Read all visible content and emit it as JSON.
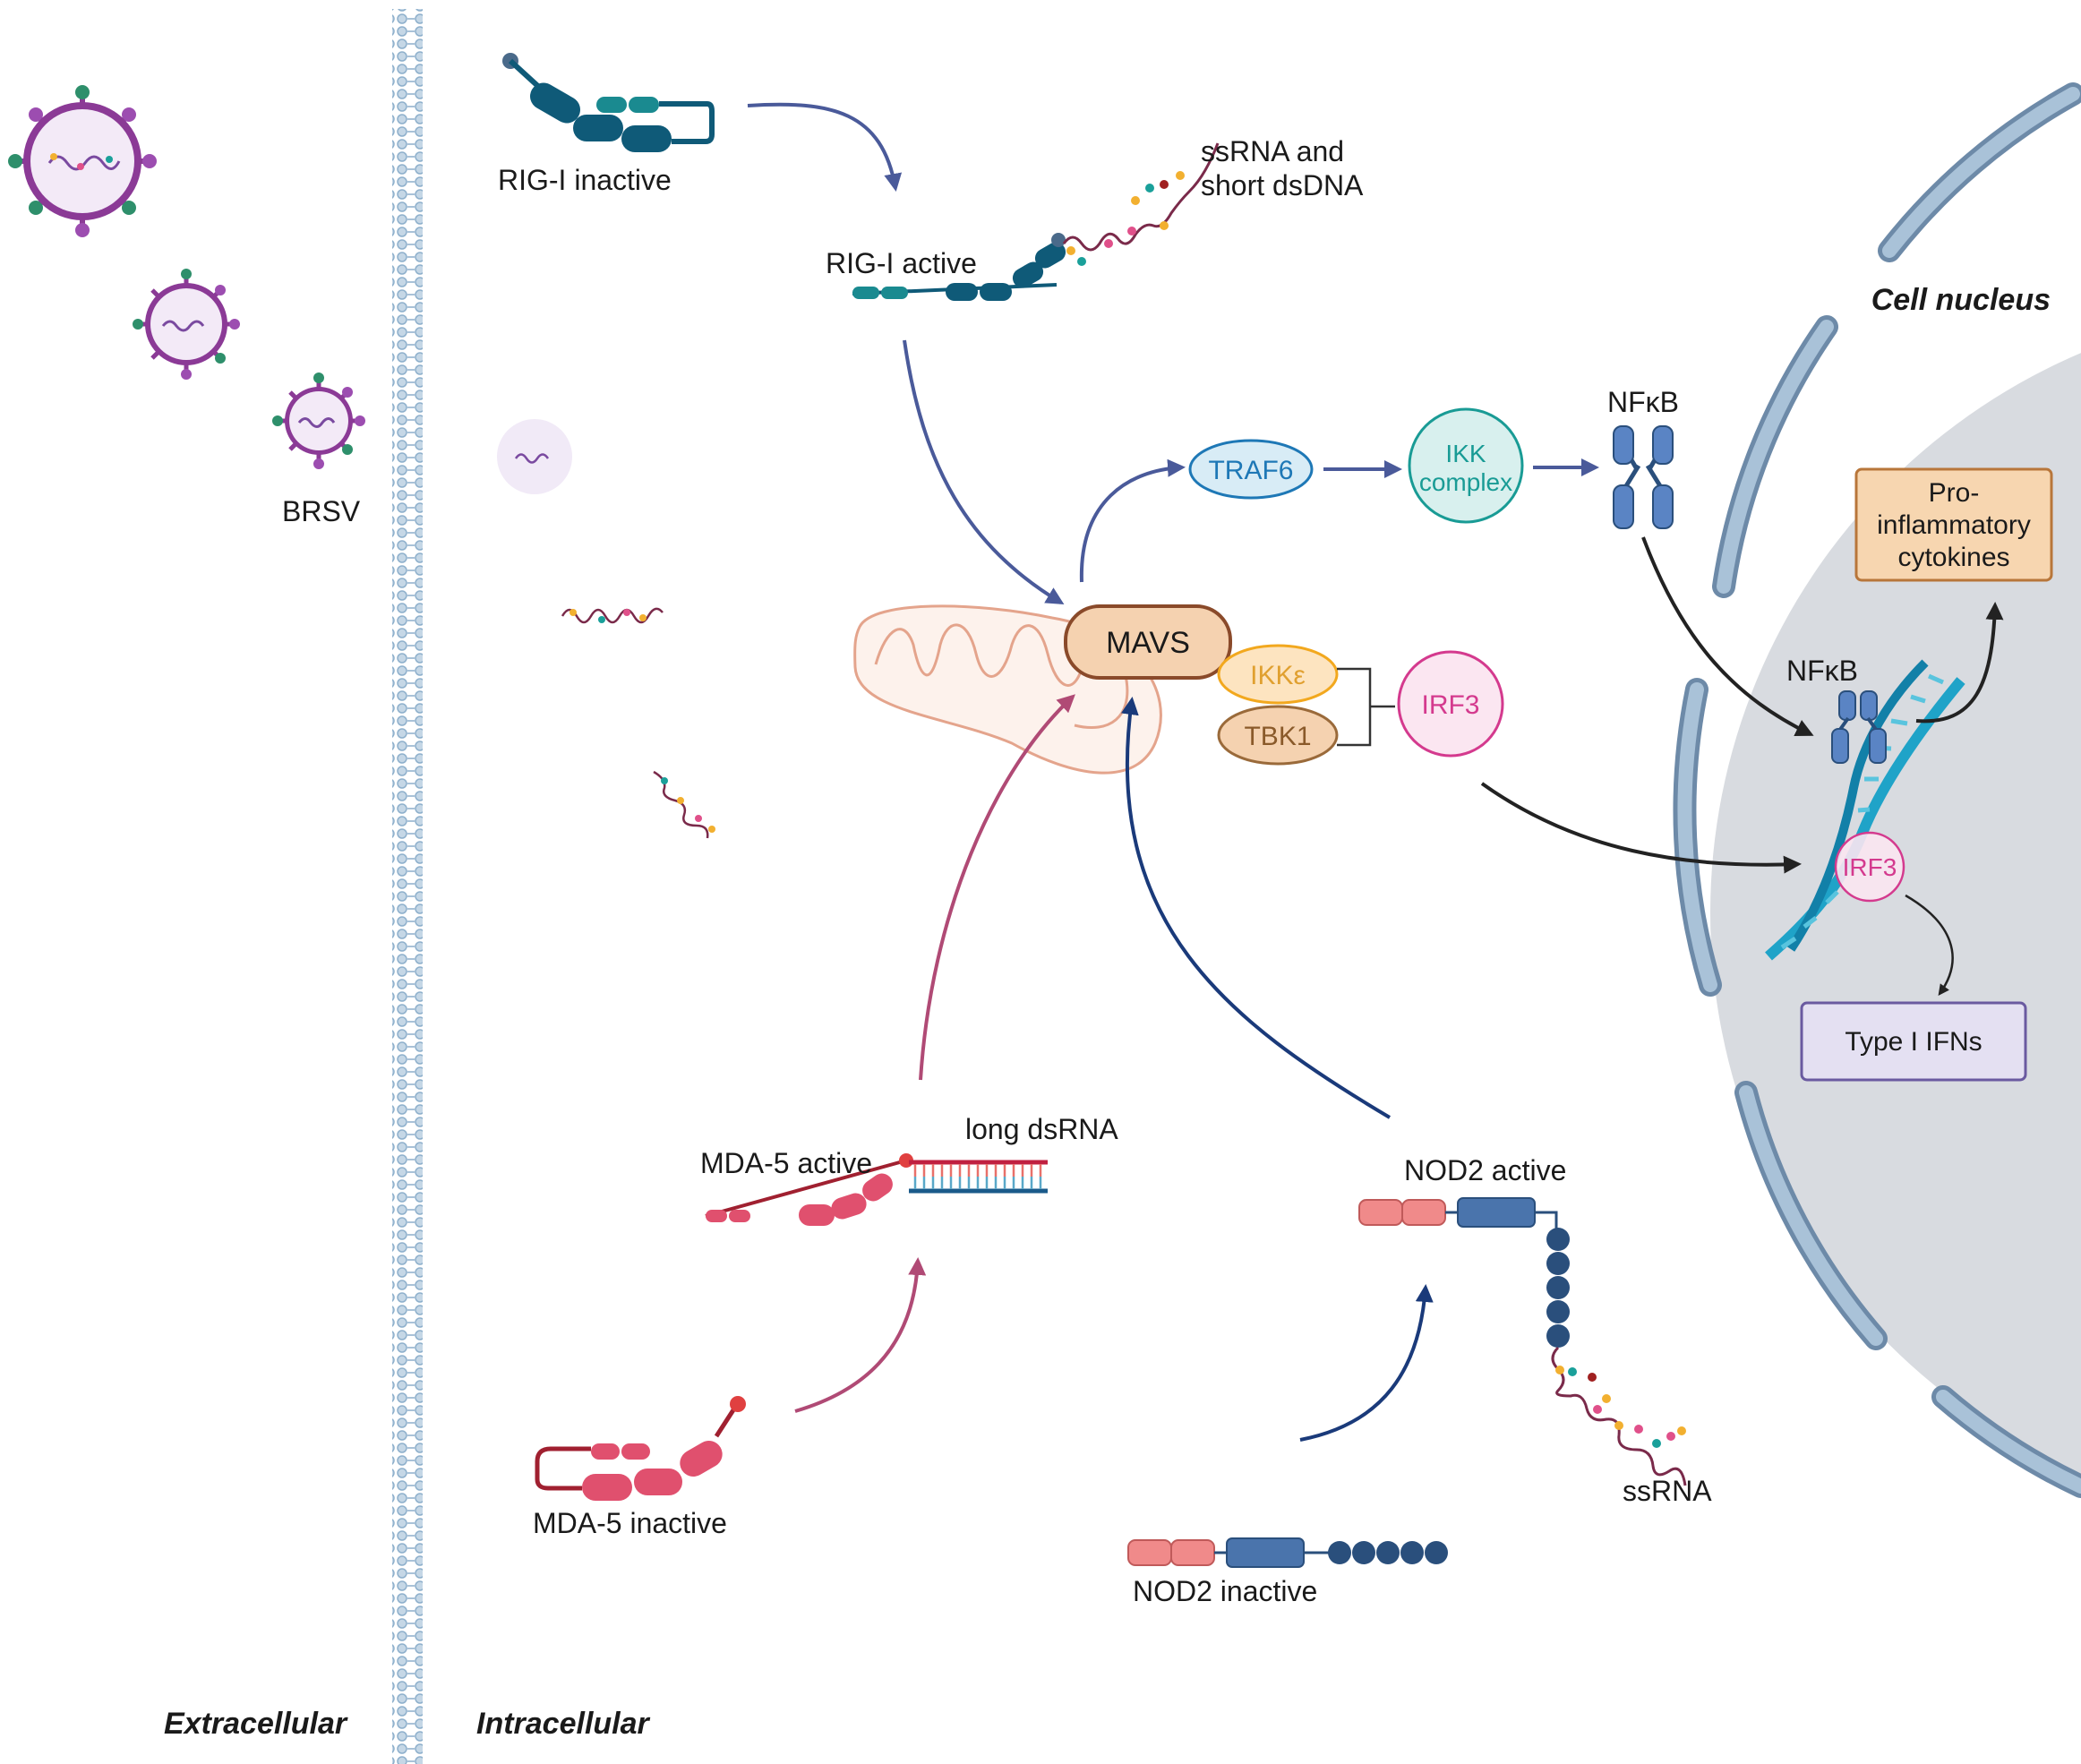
{
  "labels": {
    "brsv": "BRSV",
    "extracellular": "Extracellular",
    "intracellular": "Intracellular",
    "cell_nucleus": "Cell nucleus",
    "rig_inactive": "RIG-I inactive",
    "rig_active": "RIG-I active",
    "ssrna_short_l1": "ssRNA and",
    "ssrna_short_l2": "short dsDNA",
    "mda5_active": "MDA-5 active",
    "mda5_inactive": "MDA-5 inactive",
    "long_dsrna": "long dsRNA",
    "nod2_active": "NOD2 active",
    "nod2_inactive": "NOD2 inactive",
    "ssrna": "ssRNA"
  },
  "nodes": {
    "mavs": "MAVS",
    "traf6": "TRAF6",
    "ikk_l1": "IKK",
    "ikk_l2": "complex",
    "nfkb": "NFκB",
    "nfkb_nuclear": "NFκB",
    "ikke": "IKKε",
    "tbk1": "TBK1",
    "irf3": "IRF3",
    "irf3_nuclear": "IRF3",
    "pro_l1": "Pro-",
    "pro_l2": "inflammatory",
    "pro_l3": "cytokines",
    "type_ifn": "Type I IFNs"
  },
  "colors": {
    "arrow_blue": "#4a5a9a",
    "arrow_pink": "#b04a75",
    "arrow_navy": "#1a3a7a",
    "arrow_black": "#222222",
    "rig": "#0f5a78",
    "rig_teal": "#1a8a90",
    "mda5": "#e0506e",
    "nod2_pink": "#f08a8a",
    "nod2_blue": "#4a74ac",
    "nod2_dark": "#2a4f7c",
    "mavs_fill": "#f5d2b0",
    "mavs_stroke": "#8a4a2a",
    "traf6": "#1e78b6",
    "ikk": "#199b95",
    "irf3": "#d43a8e",
    "ikke": "#f2a81e",
    "tbk1": "#9a6a3a",
    "nucleus_fill": "#d8dbe0",
    "membrane": "#8eb0cc",
    "dna": "#1fa3c8",
    "cytokine_fill": "#f7d6b0",
    "cytokine_stroke": "#b8763a",
    "ifn_fill": "#e4e0f2",
    "ifn_stroke": "#6a5aa0"
  }
}
